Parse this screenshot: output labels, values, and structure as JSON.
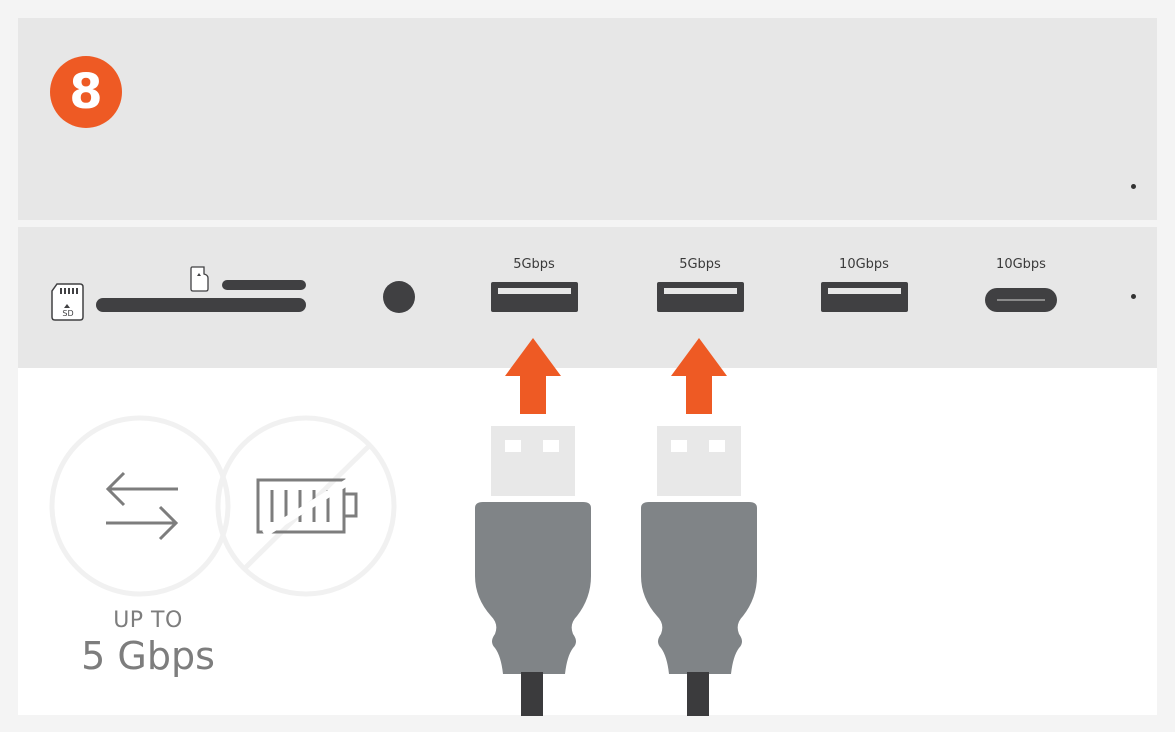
{
  "step": {
    "number": "8",
    "color": "#ee5a24"
  },
  "card_slots": {
    "sd_icon": "sd-card-icon",
    "sd_label": "SD",
    "microsd_icon": "microsd-card-icon"
  },
  "ports": [
    {
      "type": "USB-A",
      "label": "5Gbps"
    },
    {
      "type": "USB-A",
      "label": "5Gbps"
    },
    {
      "type": "USB-A",
      "label": "10Gbps"
    },
    {
      "type": "USB-C",
      "label": "10Gbps"
    }
  ],
  "features": {
    "data_transfer_icon": "bidirectional-arrows-icon",
    "no_charging_icon": "battery-crossed-out-icon",
    "speed_prefix": "UP TO",
    "speed_value": "5 Gbps"
  },
  "insert_arrow_color": "#ee5a24",
  "cable_color": "#808487"
}
